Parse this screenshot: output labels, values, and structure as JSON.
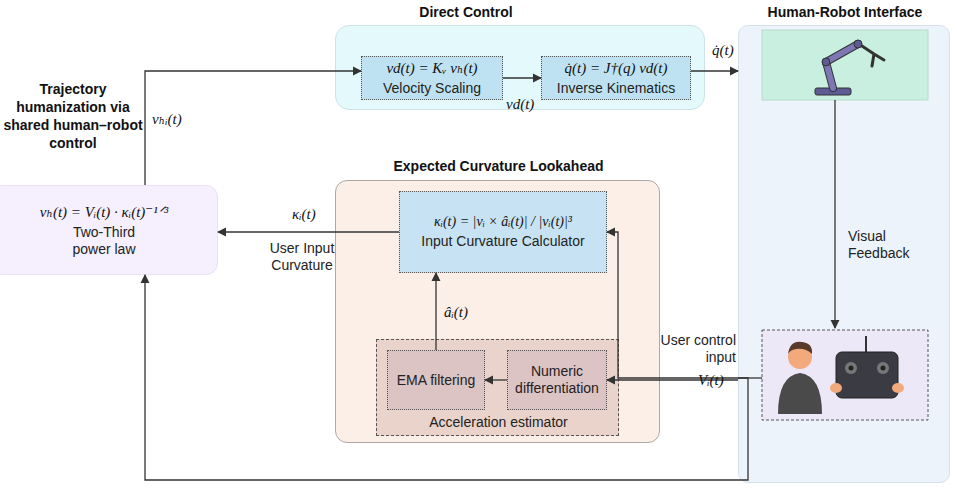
{
  "diagram": {
    "nodes": [
      {
        "text": [
          "Direct Control"
        ]
      },
      {
        "text": [
          "vd(t) = Kᵥ vₕ(t)",
          "Velocity Scaling"
        ],
        "in": 0
      },
      {
        "text": [
          "q̇(t) = J†(q) vd(t)",
          "Inverse Kinematics"
        ],
        "in": 0
      },
      {
        "text": [
          "Human-Robot Interface"
        ]
      },
      {
        "text": [
          "Trajectory humanization via shared human–robot control",
          "vₕ(t) = Vᵢ(t) · κᵢ(t)⁻¹ᐟ³",
          "Two-Third power law"
        ]
      },
      {
        "text": [
          "Expected Curvature Lookahead"
        ]
      },
      {
        "text": [
          "κᵢ(t) = |vᵢ × âᵢ(t)| / |vᵢ(t)|³",
          "Input Curvature Calculator"
        ],
        "in": 5
      },
      {
        "text": [
          "Acceleration estimator"
        ],
        "in": 5
      },
      {
        "text": [
          "EMA filtering"
        ],
        "in": 7
      },
      {
        "text": [
          "Numeric differentiation"
        ],
        "in": 7
      }
    ],
    "edges": [
      {
        "from": 4,
        "to": 1,
        "label": "vₕᵢ(t)",
        "arrow": "to"
      },
      {
        "from": 1,
        "to": 2,
        "label": "vd(t)",
        "arrow": "to"
      },
      {
        "from": 2,
        "to": 3,
        "label": "q̇(t)",
        "arrow": "to"
      },
      {
        "from": 6,
        "to": 4,
        "label": "κᵢ(t)",
        "arrow": "to"
      },
      {
        "from": 8,
        "to": 6,
        "label": "âᵢ(t)",
        "arrow": "to"
      },
      {
        "from": 9,
        "to": 8,
        "arrow": "to"
      },
      {
        "from": 3,
        "to": 9,
        "arrow": "to"
      },
      {
        "from": 3,
        "to": 6,
        "arrow": "to"
      },
      {
        "from": 3,
        "to": 4,
        "arrow": "to"
      }
    ],
    "labels": [
      "Visual Feedback",
      "User Input Curvature",
      "User control input",
      "Vᵢ(t)"
    ]
  }
}
